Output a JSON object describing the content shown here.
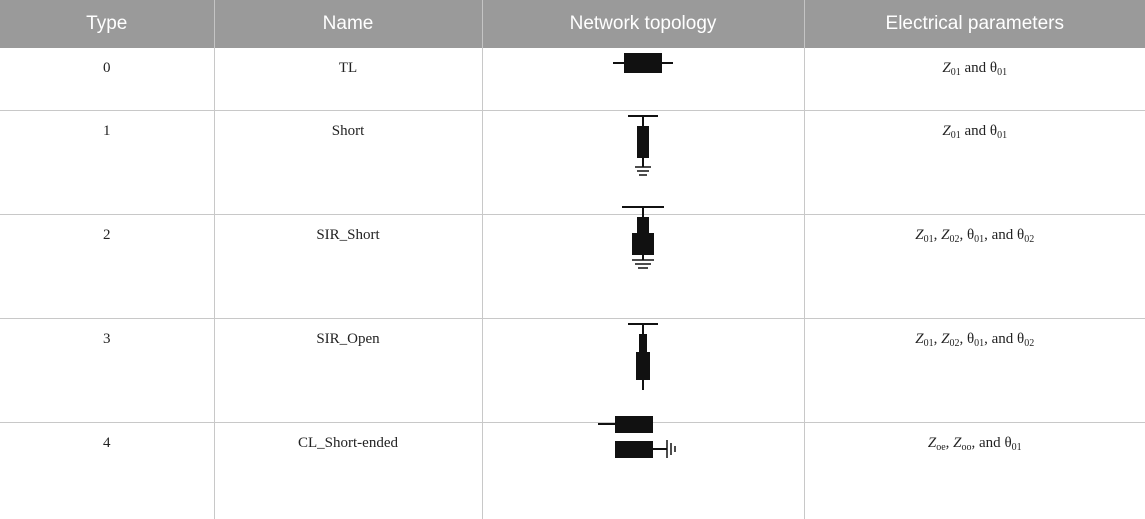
{
  "table": {
    "headers": [
      "Type",
      "Name",
      "Network topology",
      "Electrical parameters"
    ],
    "rows": [
      {
        "type": "0",
        "name": "TL",
        "topology_icon": "tl-line-icon",
        "params": [
          {
            "sym": "Z",
            "sub": "01",
            "sep": " and "
          },
          {
            "sym": "θ",
            "sub": "01",
            "sep": ""
          }
        ]
      },
      {
        "type": "1",
        "name": "Short",
        "topology_icon": "short-stub-icon",
        "params": [
          {
            "sym": "Z",
            "sub": "01",
            "sep": " and "
          },
          {
            "sym": "θ",
            "sub": "01",
            "sep": ""
          }
        ]
      },
      {
        "type": "2",
        "name": "SIR_Short",
        "topology_icon": "sir-short-stub-icon",
        "params": [
          {
            "sym": "Z",
            "sub": "01",
            "sep": ", "
          },
          {
            "sym": "Z",
            "sub": "02",
            "sep": ", "
          },
          {
            "sym": "θ",
            "sub": "01",
            "sep": ", and "
          },
          {
            "sym": "θ",
            "sub": "02",
            "sep": ""
          }
        ]
      },
      {
        "type": "3",
        "name": "SIR_Open",
        "topology_icon": "sir-open-stub-icon",
        "params": [
          {
            "sym": "Z",
            "sub": "01",
            "sep": ", "
          },
          {
            "sym": "Z",
            "sub": "02",
            "sep": ", "
          },
          {
            "sym": "θ",
            "sub": "01",
            "sep": ", and "
          },
          {
            "sym": "θ",
            "sub": "02",
            "sep": ""
          }
        ]
      },
      {
        "type": "4",
        "name": "CL_Short-ended",
        "topology_icon": "coupled-line-short-icon",
        "params": [
          {
            "sym": "Z",
            "sub": "oe",
            "sep": ", "
          },
          {
            "sym": "Z",
            "sub": "oo",
            "sep": ", and "
          },
          {
            "sym": "θ",
            "sub": "01",
            "sep": ""
          }
        ]
      }
    ]
  }
}
